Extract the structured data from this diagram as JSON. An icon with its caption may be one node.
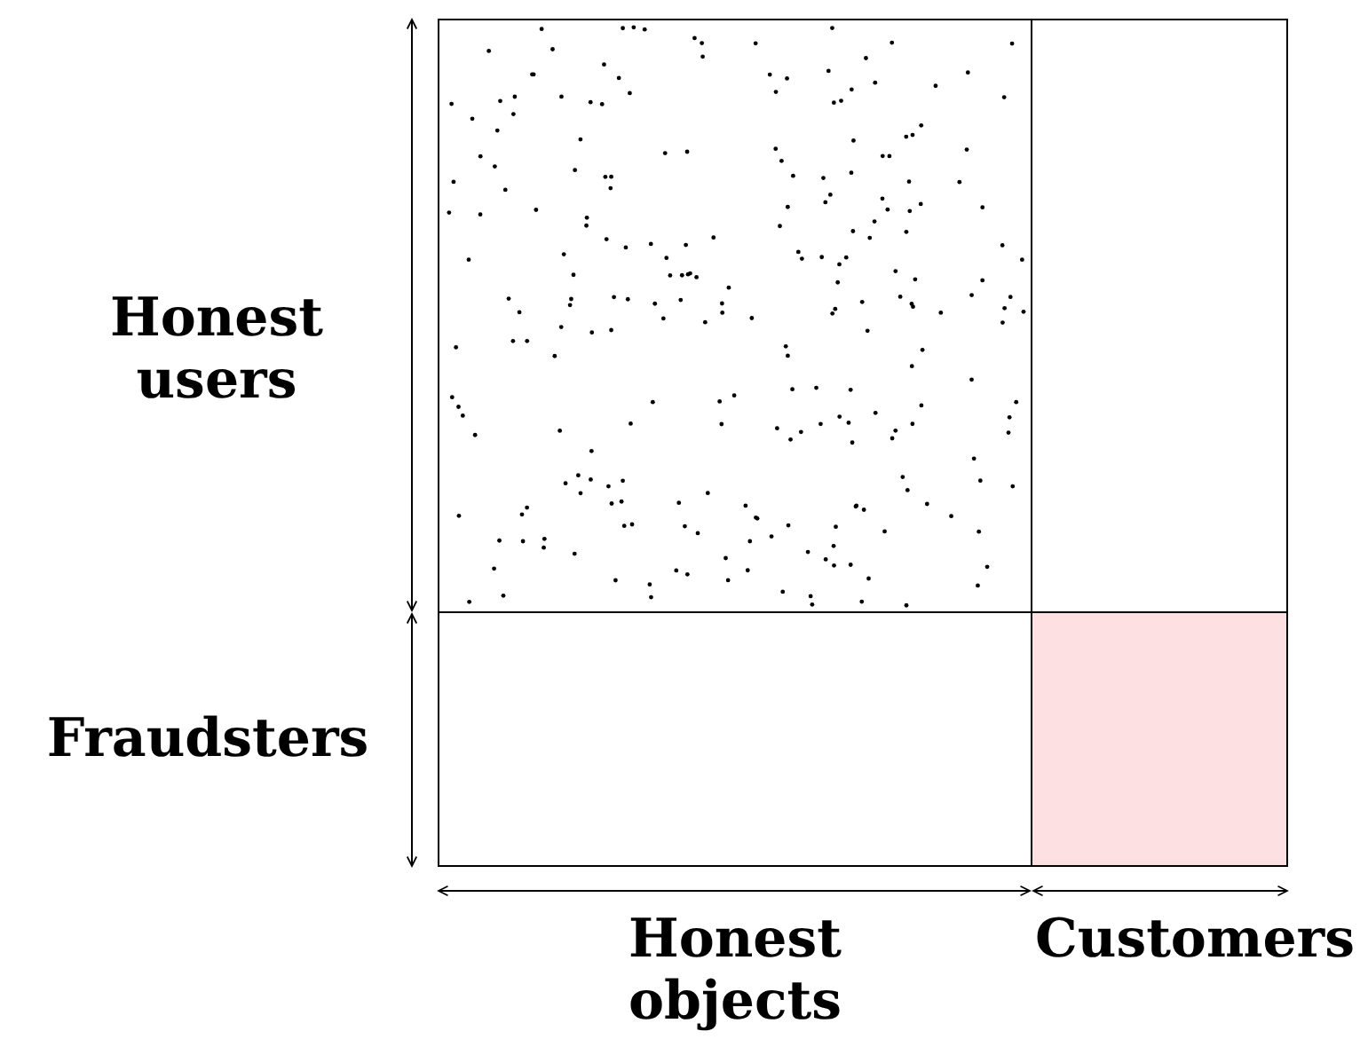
{
  "diagram": {
    "labels": [
      "Honest users",
      "Fraudsters",
      "Honest objects",
      "Customers"
    ]
  }
}
